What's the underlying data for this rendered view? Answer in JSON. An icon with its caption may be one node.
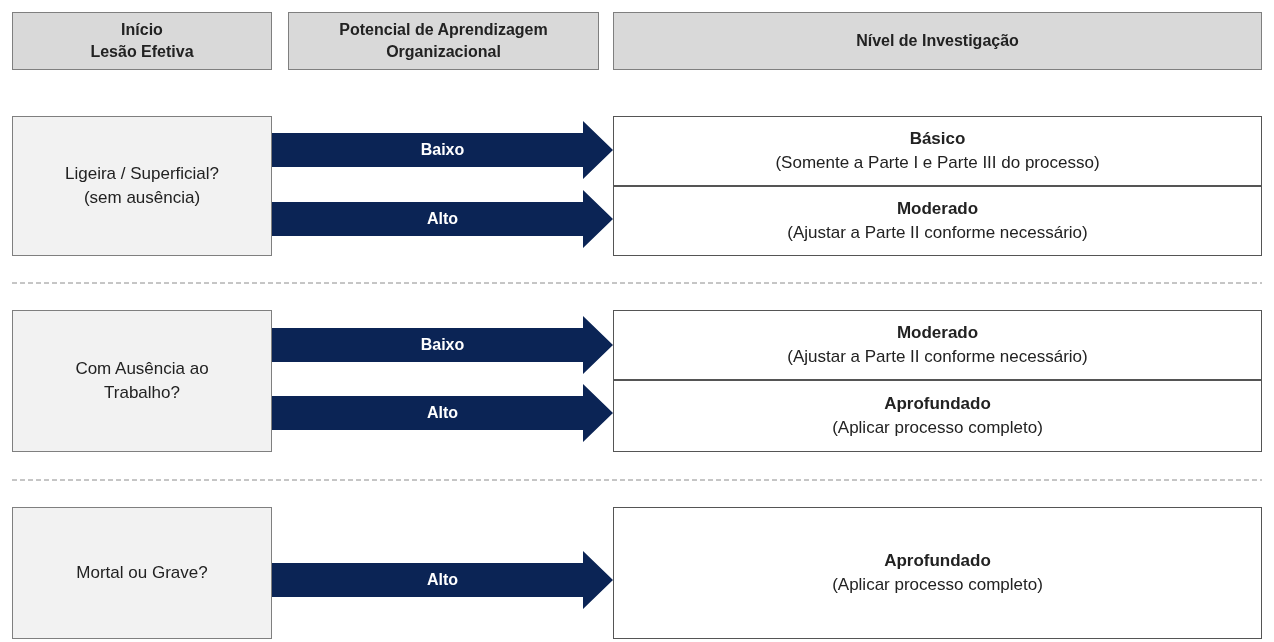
{
  "diagram": {
    "nodes": [
      {
        "text": [
          "Início",
          "Lesão Efetiva"
        ]
      },
      {
        "text": [
          "Potencial de Aprendizagem Organizacional"
        ]
      },
      {
        "text": [
          "Nível de Investigação"
        ]
      },
      {
        "text": [
          "Ligeira / Superficial?",
          "(sem ausência)"
        ]
      },
      {
        "text": [
          "Com Ausência ao Trabalho?"
        ]
      },
      {
        "text": [
          "Mortal ou Grave?"
        ]
      },
      {
        "text": [
          "Básico",
          "(Somente a Parte I e Parte III do processo)"
        ]
      },
      {
        "text": [
          "Moderado",
          "(Ajustar a Parte II conforme necessário)"
        ]
      },
      {
        "text": [
          "Moderado",
          "(Ajustar a Parte II conforme necessário)"
        ]
      },
      {
        "text": [
          "Aprofundado",
          "(Aplicar processo completo)"
        ]
      },
      {
        "text": [
          "Aprofundado",
          "(Aplicar processo completo)"
        ]
      }
    ],
    "edges": [
      {
        "from": 3,
        "to": 6,
        "arrow": "to",
        "label": "Baixo",
        "style": "thick"
      },
      {
        "from": 3,
        "to": 7,
        "arrow": "to",
        "label": "Alto",
        "style": "thick"
      },
      {
        "from": 4,
        "to": 8,
        "arrow": "to",
        "label": "Baixo",
        "style": "thick"
      },
      {
        "from": 4,
        "to": 9,
        "arrow": "to",
        "label": "Alto",
        "style": "thick"
      },
      {
        "from": 5,
        "to": 10,
        "arrow": "to",
        "label": "Alto",
        "style": "thick"
      }
    ]
  }
}
